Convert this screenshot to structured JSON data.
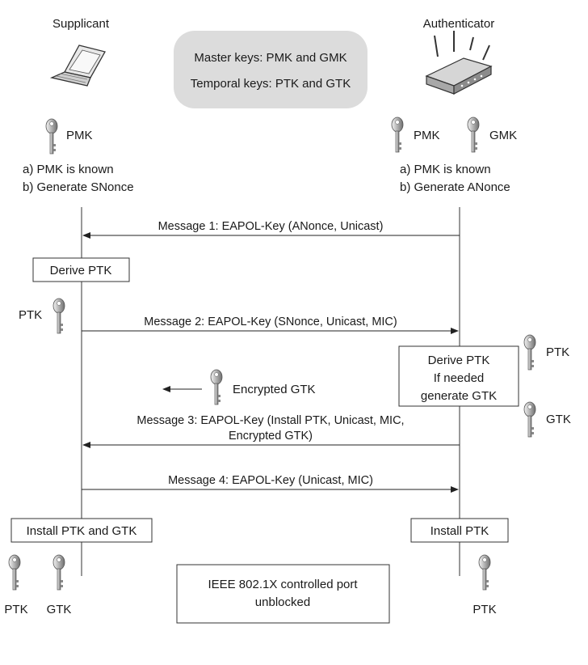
{
  "parties": {
    "supplicant": "Supplicant",
    "authenticator": "Authenticator"
  },
  "keys_box": {
    "line1": "Master keys: PMK and GMK",
    "line2": "Temporal keys: PTK and GTK"
  },
  "supplicant_initial": {
    "key_label": "PMK",
    "step_a": "a) PMK is known",
    "step_b": "b) Generate SNonce"
  },
  "authenticator_initial": {
    "key1_label": "PMK",
    "key2_label": "GMK",
    "step_a": "a) PMK is known",
    "step_b": "b) Generate ANonce"
  },
  "messages": {
    "m1": "Message 1: EAPOL-Key (ANonce, Unicast)",
    "m2": "Message 2: EAPOL-Key (SNonce, Unicast, MIC)",
    "m3_line1": "Message 3: EAPOL-Key (Install PTK, Unicast, MIC,",
    "m3_line2": "Encrypted GTK)",
    "m4": "Message 4: EAPOL-Key (Unicast, MIC)"
  },
  "supplicant_steps": {
    "derive": "Derive PTK",
    "ptk_label": "PTK",
    "install": "Install PTK and GTK",
    "final_key1": "PTK",
    "final_key2": "GTK"
  },
  "authenticator_steps": {
    "derive_line1": "Derive PTK",
    "derive_line2": "If needed",
    "derive_line3": "generate GTK",
    "ptk_label": "PTK",
    "gtk_label": "GTK",
    "install": "Install PTK",
    "final_key": "PTK"
  },
  "encrypted_gtk": "Encrypted GTK",
  "result_box": {
    "line1": "IEEE 802.1X controlled port",
    "line2": "unblocked"
  },
  "colors": {
    "rounded_box": "#dcdcdc",
    "line": "#222222",
    "key_fill": "#9a9a9a"
  },
  "icons": {
    "supplicant": "laptop-icon",
    "authenticator": "wireless-router-icon",
    "key": "key-icon"
  }
}
